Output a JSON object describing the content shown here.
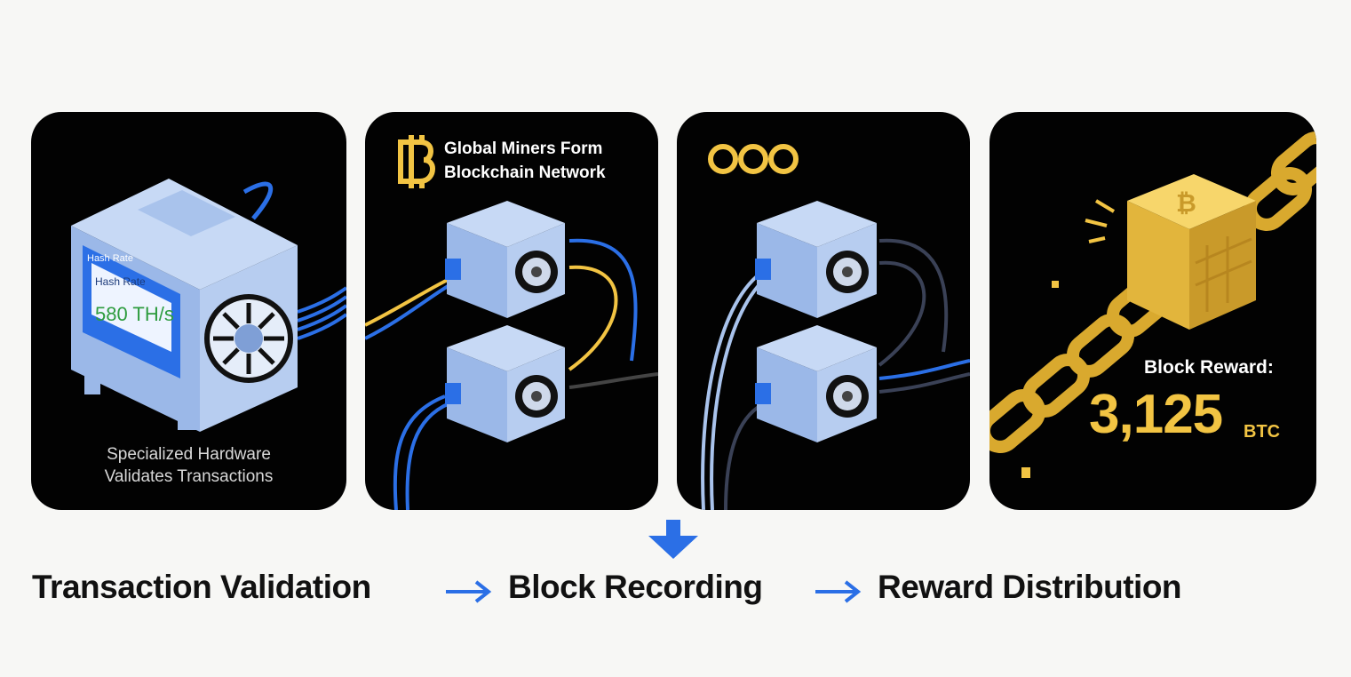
{
  "panels": [
    {
      "id": "hardware",
      "screen_labels": [
        "Hash Rate",
        "Hash Rate"
      ],
      "screen_value": "580 TH/s",
      "caption_lines": [
        "Specialized Hardware",
        "Validates Transactions"
      ]
    },
    {
      "id": "network",
      "title_lines": [
        "Global Miners Form",
        "Blockchain Network"
      ],
      "icon": "bitcoin-logo-icon"
    },
    {
      "id": "chain-links",
      "icon": "chain-links-icon"
    },
    {
      "id": "reward",
      "label": "Block Reward:",
      "value": "3,125",
      "unit": "BTC"
    }
  ],
  "flow": {
    "steps": [
      "Transaction Validation",
      "Block Recording",
      "Reward Distribution"
    ]
  },
  "colors": {
    "card": "#020202",
    "accent_blue": "#2b6fe6",
    "accent_gold": "#f2c443",
    "device_blue": "#a9c3ec",
    "text_dark": "#111111",
    "background": "#f7f7f5"
  }
}
